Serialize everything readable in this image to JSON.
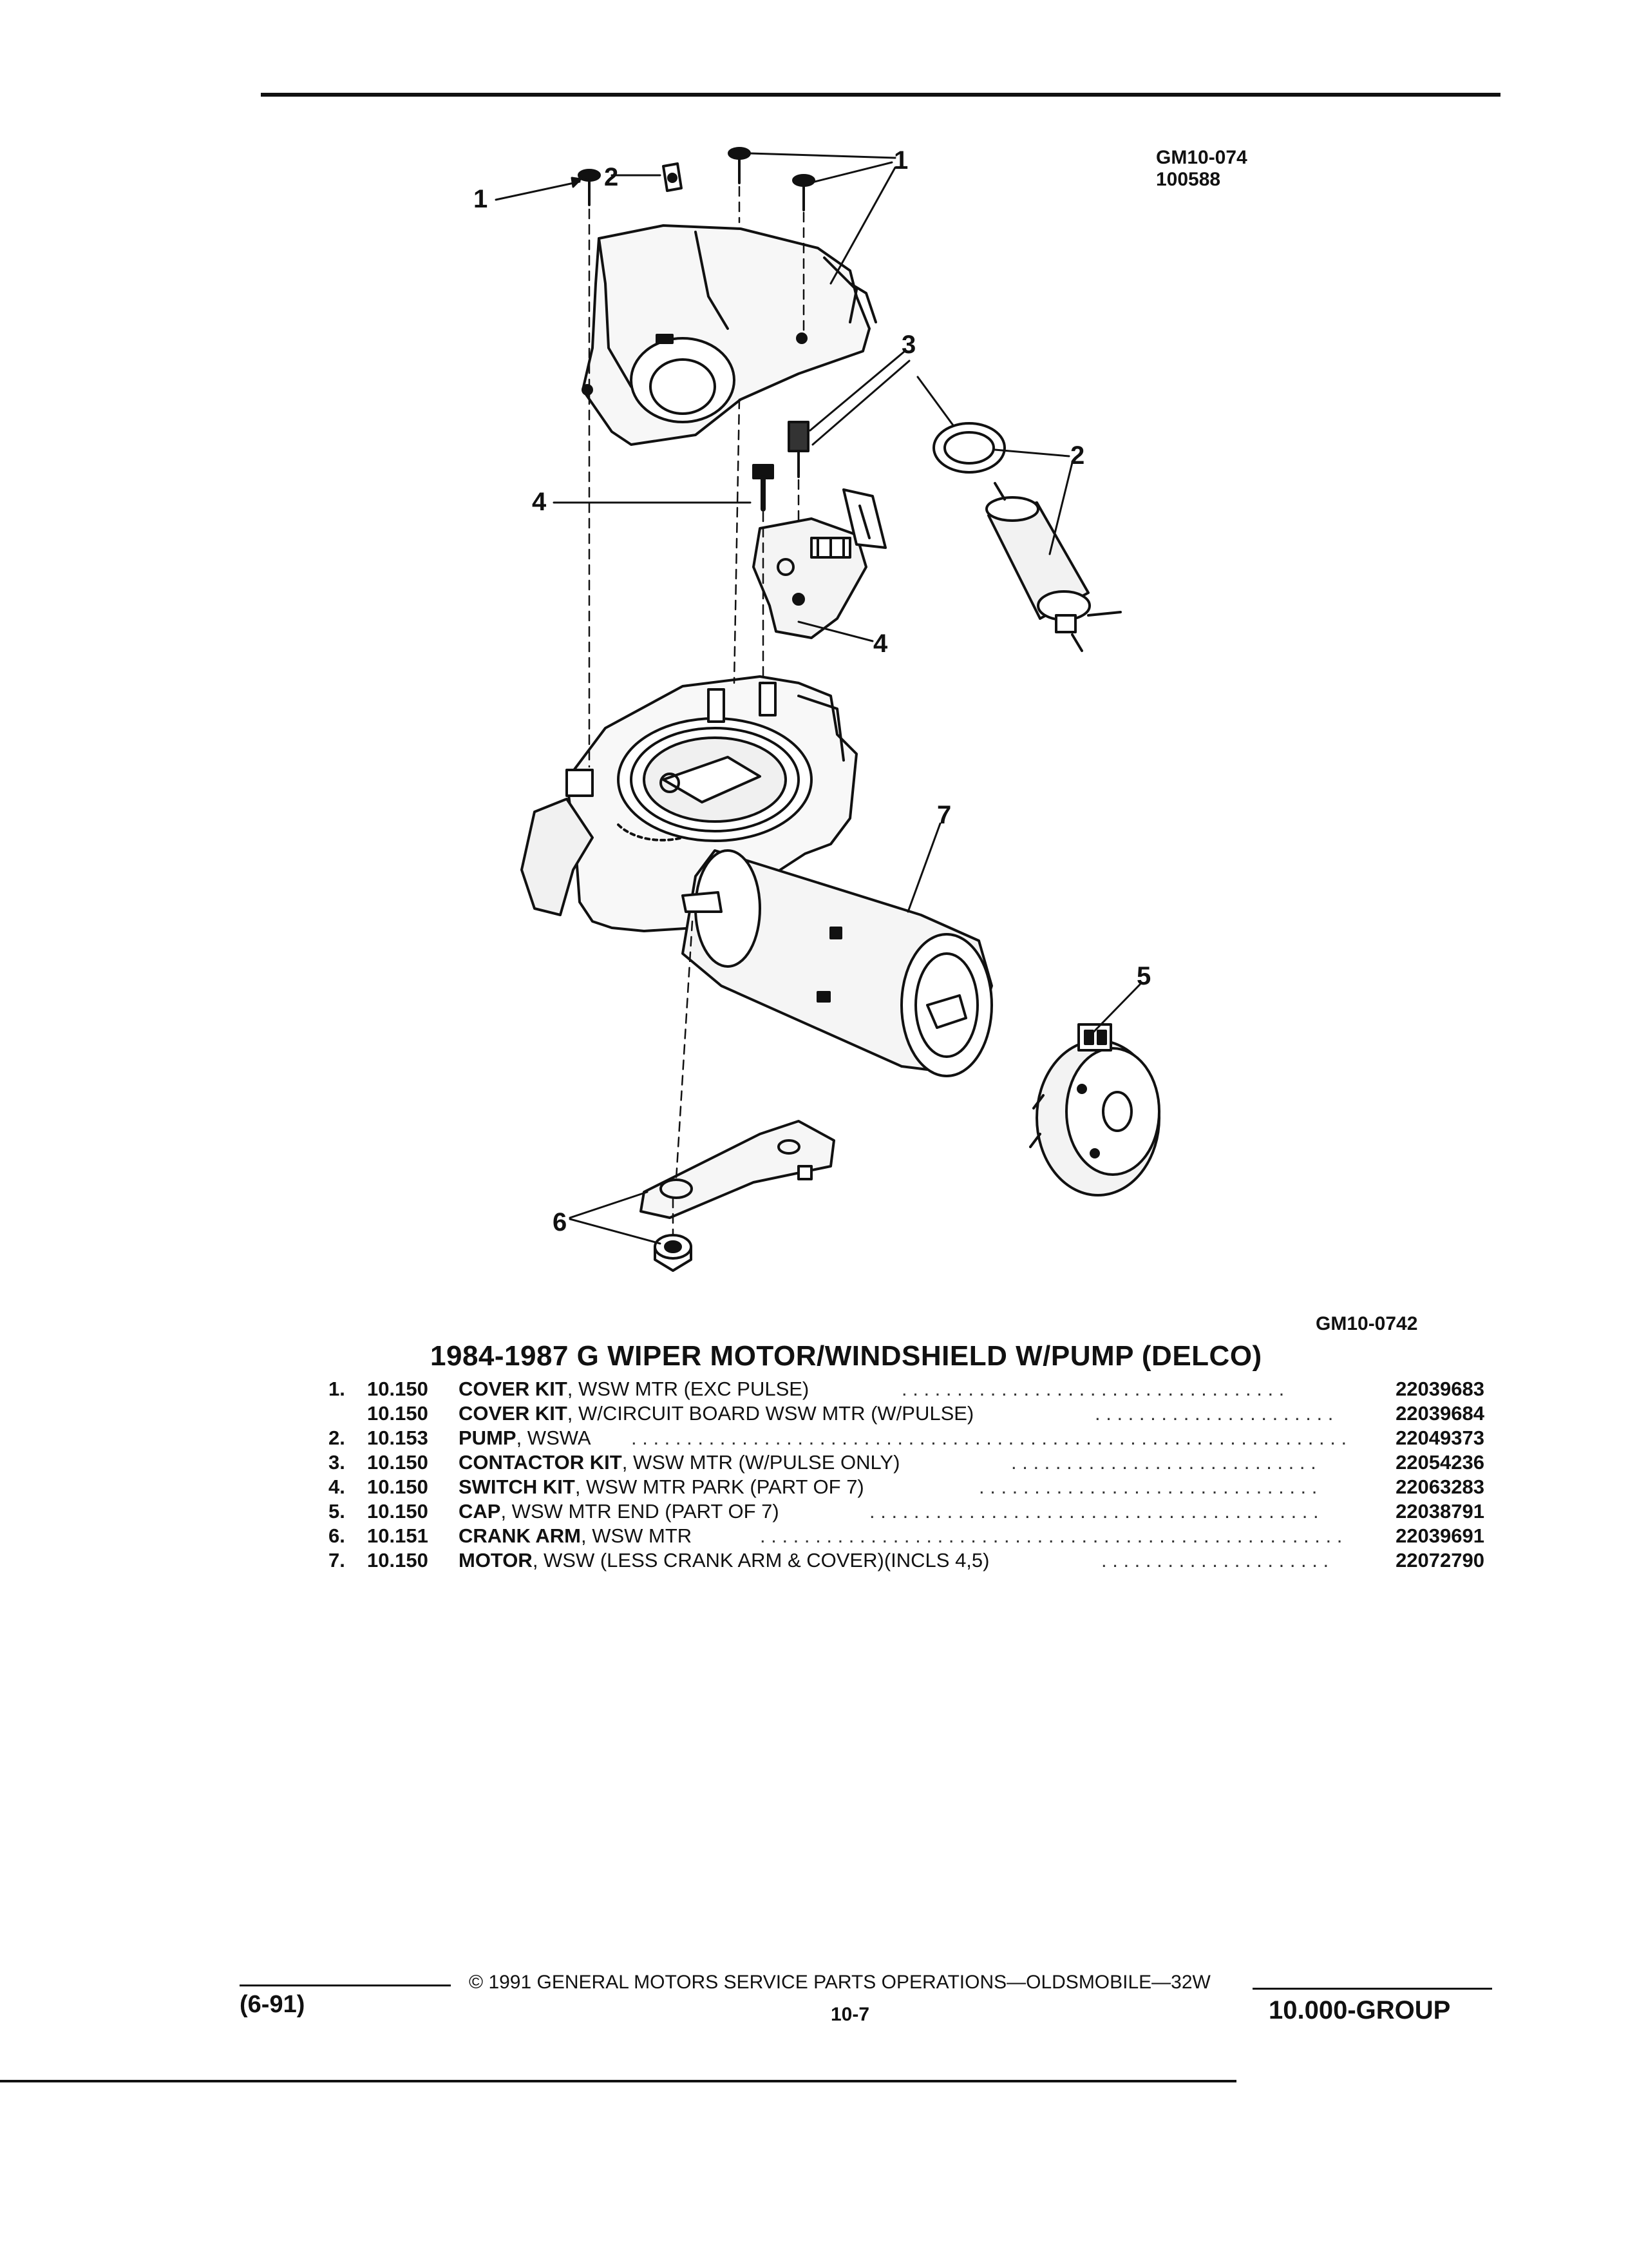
{
  "figure": {
    "ref_code": "GM10-074",
    "ref_date": "100588",
    "illustration_id": "GM10-0742",
    "callouts": [
      "1",
      "2",
      "1",
      "3",
      "2",
      "4",
      "4",
      "7",
      "5",
      "6"
    ]
  },
  "title": "1984-1987 G WIPER MOTOR/WINDSHIELD W/PUMP (DELCO)",
  "parts": [
    {
      "num": "1.",
      "group": "10.150",
      "name": "COVER KIT",
      "desc": ", WSW MTR (EXC PULSE)",
      "part_no": "22039683"
    },
    {
      "num": "",
      "group": "10.150",
      "name": "COVER KIT",
      "desc": ", W/CIRCUIT BOARD WSW MTR (W/PULSE)",
      "part_no": "22039684"
    },
    {
      "num": "2.",
      "group": "10.153",
      "name": "PUMP",
      "desc": ", WSWA",
      "part_no": "22049373"
    },
    {
      "num": "3.",
      "group": "10.150",
      "name": "CONTACTOR KIT",
      "desc": ", WSW MTR (W/PULSE ONLY)",
      "part_no": "22054236"
    },
    {
      "num": "4.",
      "group": "10.150",
      "name": "SWITCH KIT",
      "desc": ", WSW MTR PARK (PART OF 7)",
      "part_no": "22063283"
    },
    {
      "num": "5.",
      "group": "10.150",
      "name": "CAP",
      "desc": ", WSW MTR END (PART OF 7)",
      "part_no": "22038791"
    },
    {
      "num": "6.",
      "group": "10.151",
      "name": "CRANK ARM",
      "desc": ", WSW MTR",
      "part_no": "22039691"
    },
    {
      "num": "7.",
      "group": "10.150",
      "name": "MOTOR",
      "desc": ", WSW (LESS CRANK ARM & COVER)(INCLS 4,5)",
      "part_no": "22072790"
    }
  ],
  "footer": {
    "revision": "(6-91)",
    "copyright": "© 1991 GENERAL MOTORS SERVICE PARTS OPERATIONS—OLDSMOBILE—32W",
    "page": "10-7",
    "group": "10.000-GROUP"
  }
}
